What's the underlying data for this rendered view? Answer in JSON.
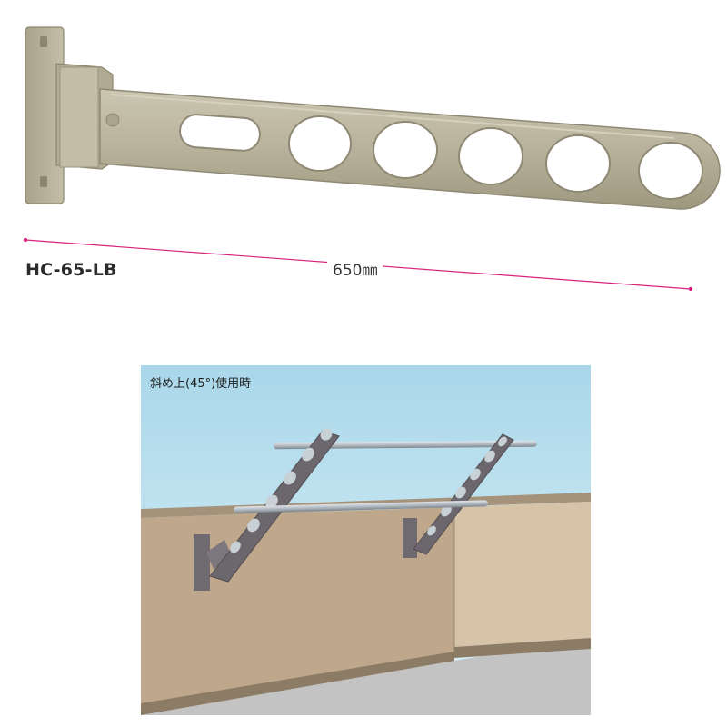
{
  "product": {
    "model": "HC-65-LB",
    "length_label": "650㎜",
    "arm_hole_count": 6
  },
  "usage_scene": {
    "caption": "斜め上(45°)使用時"
  },
  "colors": {
    "arm_body": "#b7b19b",
    "arm_shadow": "#8f8a76",
    "dimension_line": "#d9227d",
    "sky": "#c9e8f2",
    "wall": "#bfa888",
    "floor": "#bdbdbd",
    "bracket": "#6f6a70",
    "rod": "#b5bcc3"
  }
}
